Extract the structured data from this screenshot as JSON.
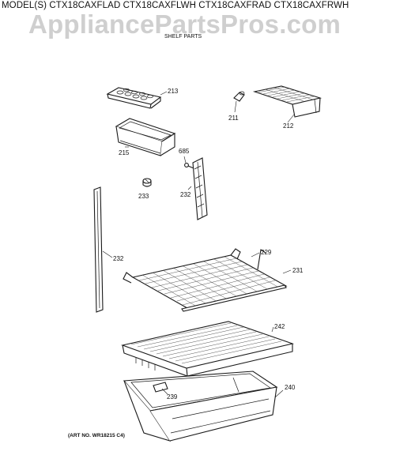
{
  "header": {
    "models": "MODEL(S) CTX18CAXFLAD CTX18CAXFLWH CTX18CAXFRAD CTX18CAXFRWH",
    "watermark": "AppliancePartsPros.com",
    "subtitle": "SHELF PARTS"
  },
  "footer": {
    "art_number": "(ART NO. WR18215 C4)"
  },
  "parts": {
    "p213": "213",
    "p211": "211",
    "p212": "212",
    "p215": "215",
    "p685": "685",
    "p233": "233",
    "p232a": "232",
    "p232b": "232",
    "p229": "229",
    "p231": "231",
    "p242": "242",
    "p239": "239",
    "p240": "240"
  }
}
